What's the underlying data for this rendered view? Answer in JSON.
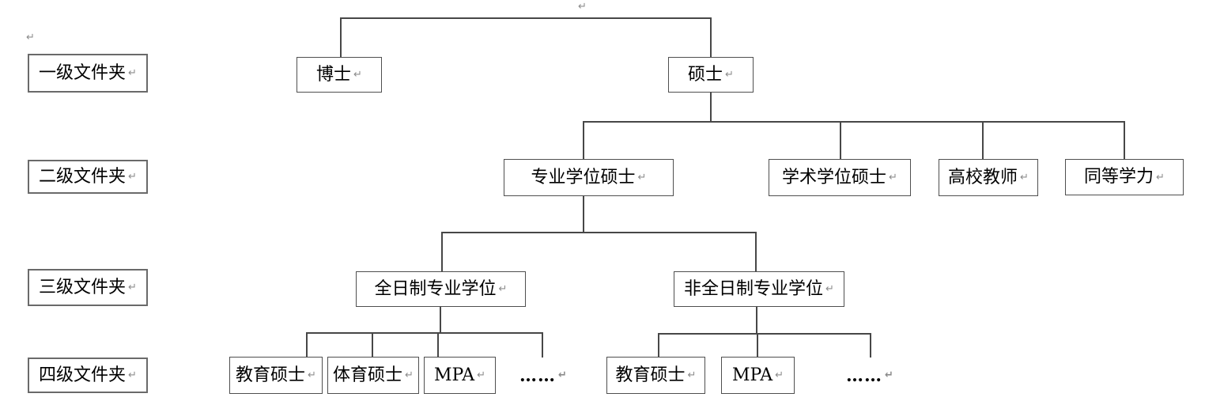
{
  "page": {
    "background": "#ffffff",
    "type": "word-document-tree-diagram"
  },
  "colors": {
    "line": "#474747",
    "node_border": "#4f4f4f",
    "row_label_border": "#6a6a6a",
    "text": "#000000",
    "paragraph_mark": "#8c8c8c"
  },
  "glyphs": {
    "paragraph_mark": "↵"
  },
  "row_labels": [
    {
      "label": "一级文件夹"
    },
    {
      "label": "二级文件夹"
    },
    {
      "label": "三级文件夹"
    },
    {
      "label": "四级文件夹"
    }
  ],
  "org": {
    "level1": [
      {
        "id": "doctor",
        "label": "博士"
      },
      {
        "id": "master",
        "label": "硕士"
      }
    ],
    "level2_children_of_master": [
      {
        "id": "professional-master",
        "label": "专业学位硕士"
      },
      {
        "id": "academic-master",
        "label": "学术学位硕士"
      },
      {
        "id": "university-teacher",
        "label": "高校教师"
      },
      {
        "id": "equivalent-ability",
        "label": "同等学力"
      }
    ],
    "level3_children_of_professional_master": [
      {
        "id": "fulltime-professional",
        "label": "全日制专业学位"
      },
      {
        "id": "parttime-professional",
        "label": "非全日制专业学位"
      }
    ],
    "level4_children_of_fulltime": [
      {
        "id": "ft-education-master",
        "label": "教育硕士"
      },
      {
        "id": "ft-sports-master",
        "label": "体育硕士"
      },
      {
        "id": "ft-mpa",
        "label": "MPA"
      },
      {
        "id": "ft-more",
        "label": "……"
      }
    ],
    "level4_children_of_parttime": [
      {
        "id": "pt-education-master",
        "label": "教育硕士"
      },
      {
        "id": "pt-mpa",
        "label": "MPA"
      },
      {
        "id": "pt-more",
        "label": "……"
      }
    ]
  }
}
